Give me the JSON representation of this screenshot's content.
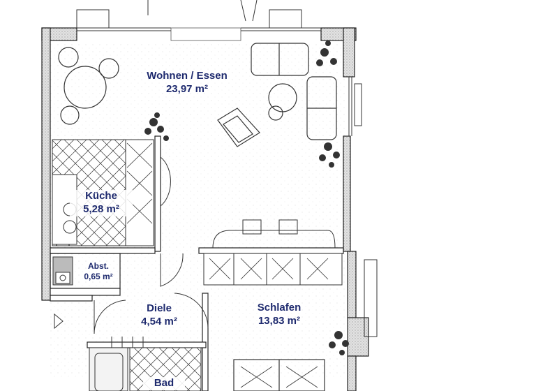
{
  "rooms": {
    "wohnen": {
      "name": "Wohnen / Essen",
      "area": "23,97 m²"
    },
    "kueche": {
      "name": "Küche",
      "area": "5,28 m²"
    },
    "abst": {
      "name": "Abst.",
      "area": "0,65 m²"
    },
    "diele": {
      "name": "Diele",
      "area": "4,54 m²"
    },
    "schlafen": {
      "name": "Schlafen",
      "area": "13,83 m²"
    },
    "bad": {
      "name": "Bad"
    }
  },
  "colors": {
    "label": "#1e2a6e",
    "line": "#222222",
    "wall_fill": "#d6d6d6"
  }
}
